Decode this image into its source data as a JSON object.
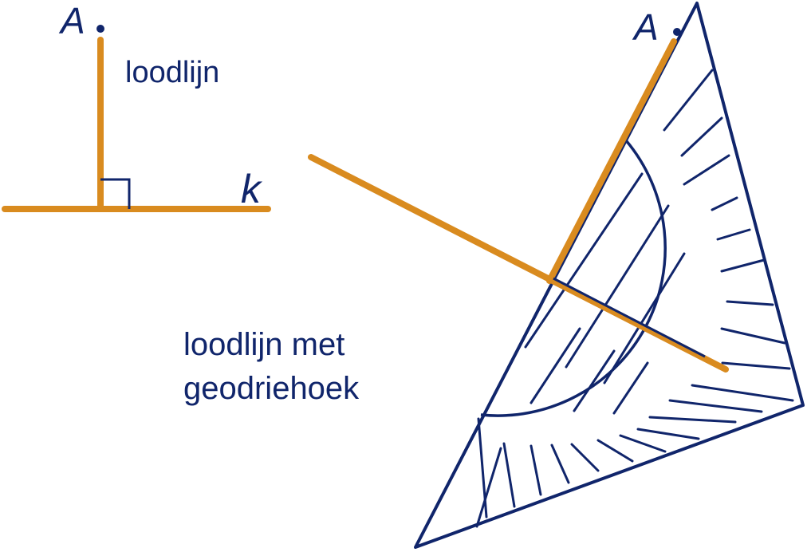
{
  "labels": {
    "point_a_left": "A",
    "loodlijn": "loodlijn",
    "line_k": "k",
    "point_a_right": "A",
    "caption_line1": "loodlijn met",
    "caption_line2": "geodriehoek"
  },
  "colors": {
    "navy": "#10256b",
    "orange": "#d98b1f",
    "background": "#ffffff"
  }
}
